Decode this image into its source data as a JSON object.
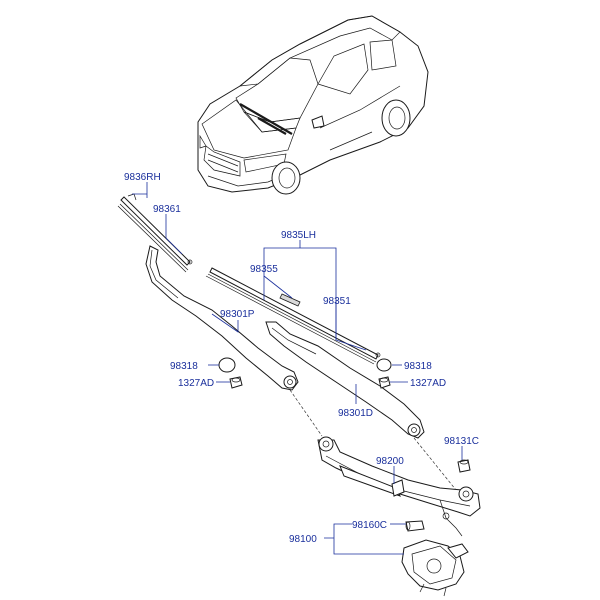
{
  "labels": {
    "p9836rh": "9836RH",
    "p98361": "98361",
    "p9835lh": "9835LH",
    "p98355": "98355",
    "p98351": "98351",
    "p98301p": "98301P",
    "p98318_l": "98318",
    "p98318_r": "98318",
    "p1327ad_l": "1327AD",
    "p1327ad_r": "1327AD",
    "p98301d": "98301D",
    "p98131c": "98131C",
    "p98200": "98200",
    "p98160c": "98160C",
    "p98100": "98100"
  },
  "icons": {
    "vehicle": "suv-front-view-icon",
    "wiper_motor": "wiper-motor-icon"
  }
}
